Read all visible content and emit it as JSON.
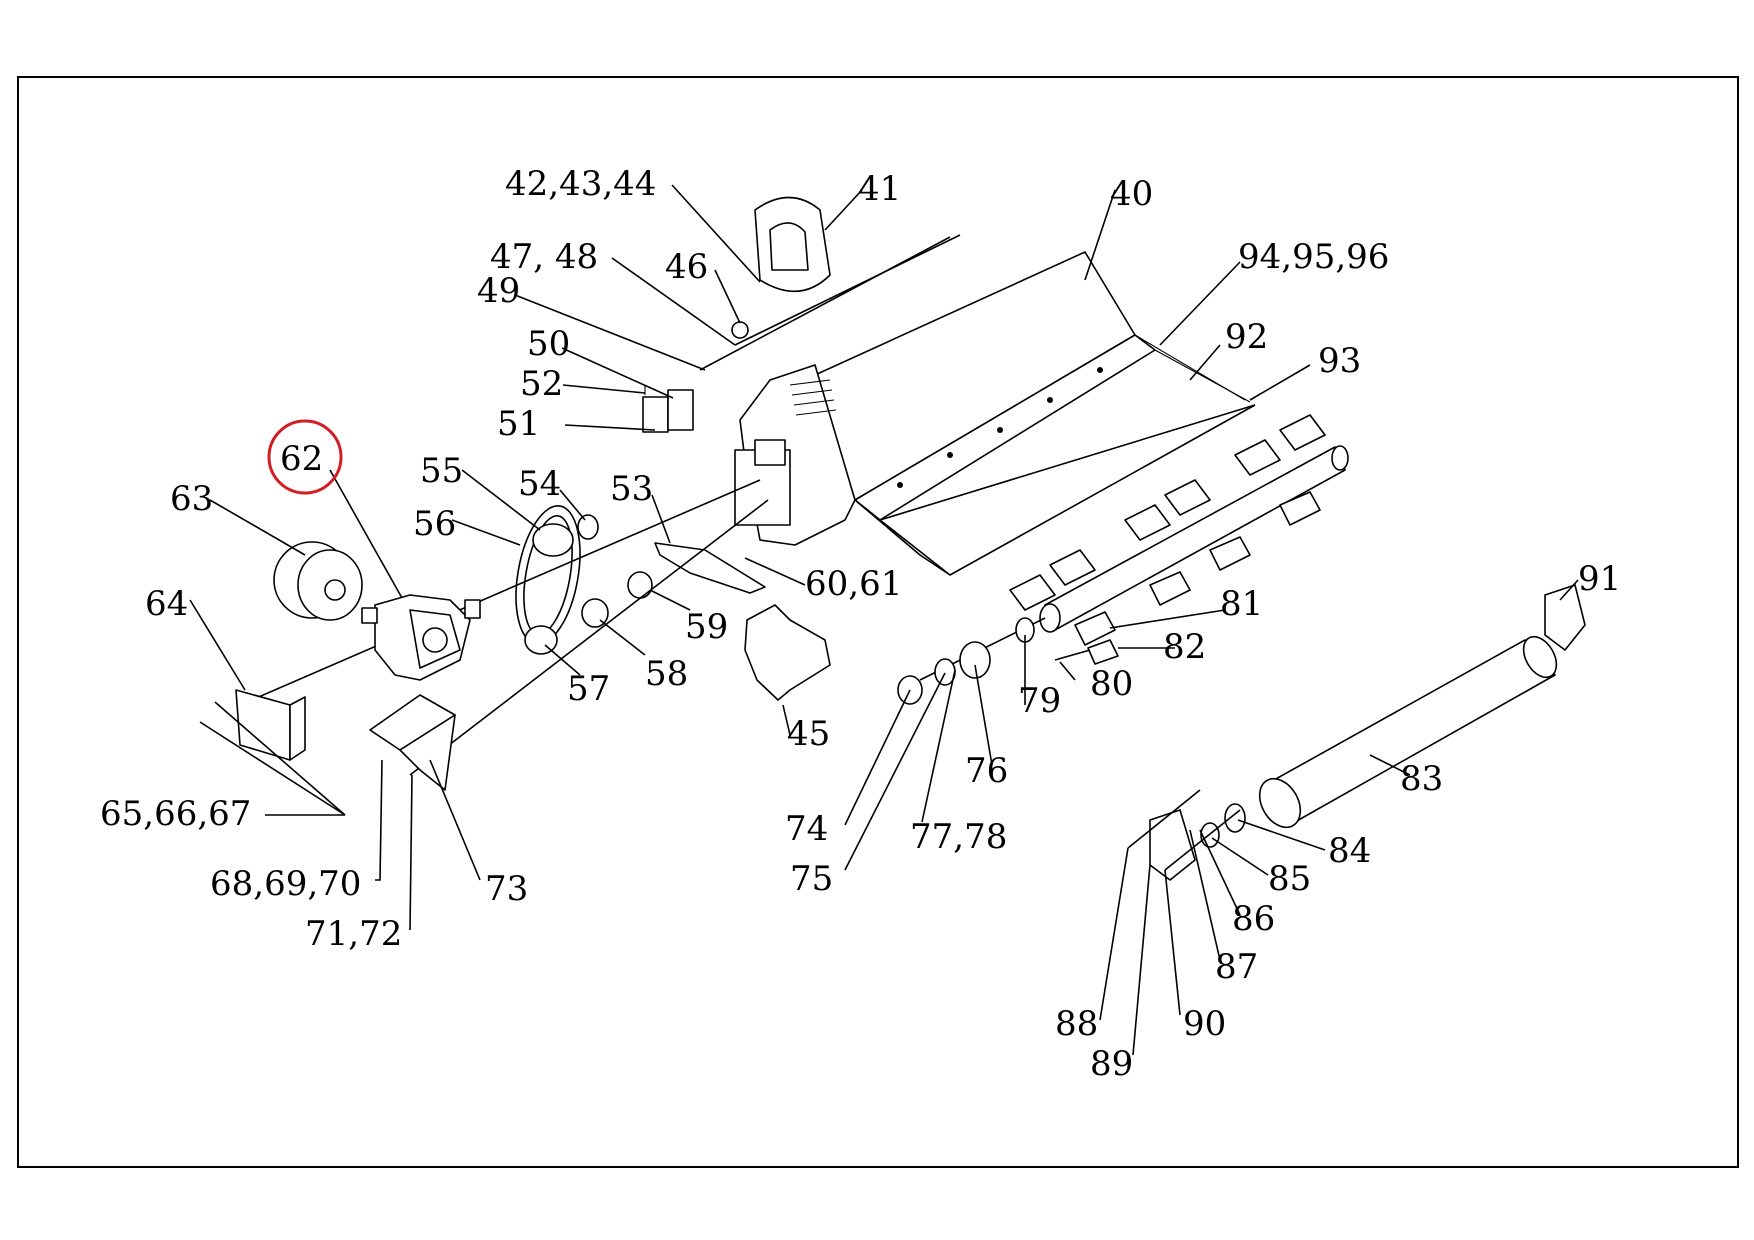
{
  "highlight": {
    "part": "62",
    "color": "#d21f26"
  },
  "callouts": [
    {
      "id": "c40",
      "text": "40"
    },
    {
      "id": "c41",
      "text": "41"
    },
    {
      "id": "c42",
      "text": "42,43,44"
    },
    {
      "id": "c45",
      "text": "45"
    },
    {
      "id": "c46",
      "text": "46"
    },
    {
      "id": "c47",
      "text": "47, 48"
    },
    {
      "id": "c49",
      "text": "49"
    },
    {
      "id": "c50",
      "text": "50"
    },
    {
      "id": "c51",
      "text": "51"
    },
    {
      "id": "c52",
      "text": "52"
    },
    {
      "id": "c53",
      "text": "53"
    },
    {
      "id": "c54",
      "text": "54"
    },
    {
      "id": "c55",
      "text": "55"
    },
    {
      "id": "c56",
      "text": "56"
    },
    {
      "id": "c57",
      "text": "57"
    },
    {
      "id": "c58",
      "text": "58"
    },
    {
      "id": "c59",
      "text": "59"
    },
    {
      "id": "c60",
      "text": "60,61"
    },
    {
      "id": "c62",
      "text": "62"
    },
    {
      "id": "c63",
      "text": "63"
    },
    {
      "id": "c64",
      "text": "64"
    },
    {
      "id": "c65",
      "text": "65,66,67"
    },
    {
      "id": "c68",
      "text": "68,69,70"
    },
    {
      "id": "c71",
      "text": "71,72"
    },
    {
      "id": "c73",
      "text": "73"
    },
    {
      "id": "c74",
      "text": "74"
    },
    {
      "id": "c75",
      "text": "75"
    },
    {
      "id": "c76",
      "text": "76"
    },
    {
      "id": "c77",
      "text": "77,78"
    },
    {
      "id": "c79",
      "text": "79"
    },
    {
      "id": "c80",
      "text": "80"
    },
    {
      "id": "c81",
      "text": "81"
    },
    {
      "id": "c82",
      "text": "82"
    },
    {
      "id": "c83",
      "text": "83"
    },
    {
      "id": "c84",
      "text": "84"
    },
    {
      "id": "c85",
      "text": "85"
    },
    {
      "id": "c86",
      "text": "86"
    },
    {
      "id": "c87",
      "text": "87"
    },
    {
      "id": "c88",
      "text": "88"
    },
    {
      "id": "c89",
      "text": "89"
    },
    {
      "id": "c90",
      "text": "90"
    },
    {
      "id": "c91",
      "text": "91"
    },
    {
      "id": "c92",
      "text": "92"
    },
    {
      "id": "c93",
      "text": "93"
    },
    {
      "id": "c94",
      "text": "94,95,96"
    }
  ]
}
